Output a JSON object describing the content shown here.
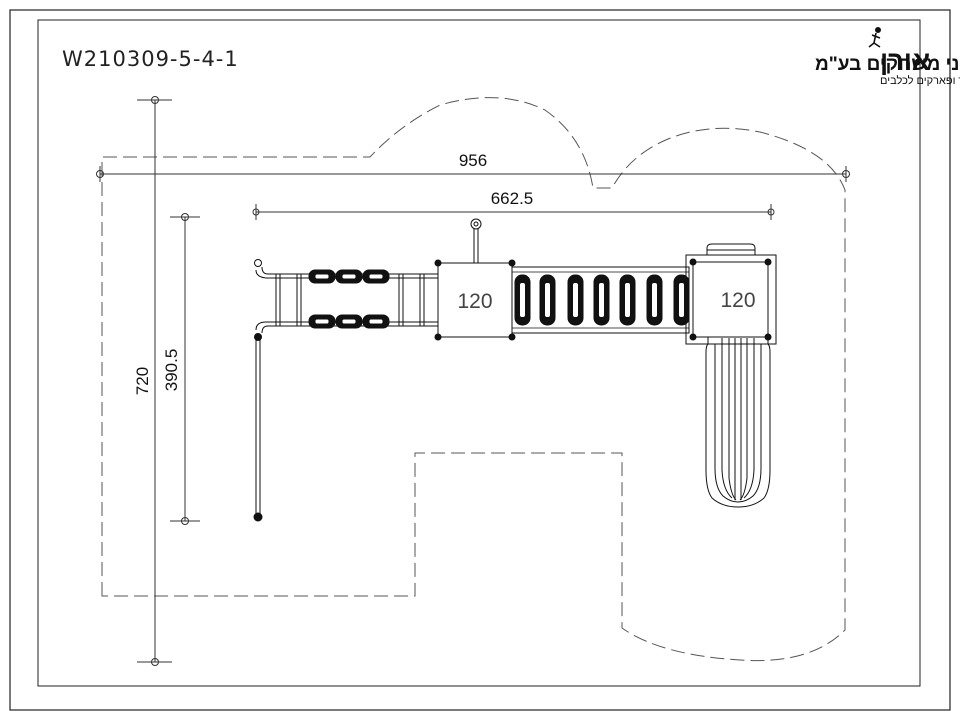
{
  "drawing": {
    "code": "W210309-5-4-1"
  },
  "company": {
    "logo_text": "אורן",
    "name": "מתקני משחקים בע\"מ",
    "tagline": "ריהוט רחוב, מתקני כושר ופארקים לכלבים"
  },
  "dimensions": {
    "total_width": "956",
    "structure_width": "662.5",
    "total_depth": "720",
    "structure_depth": "390.5"
  },
  "platforms": {
    "left_height": "120",
    "right_height": "120"
  },
  "colors": {
    "line": "#111111",
    "dashed": "#555555",
    "frame": "#222222"
  }
}
